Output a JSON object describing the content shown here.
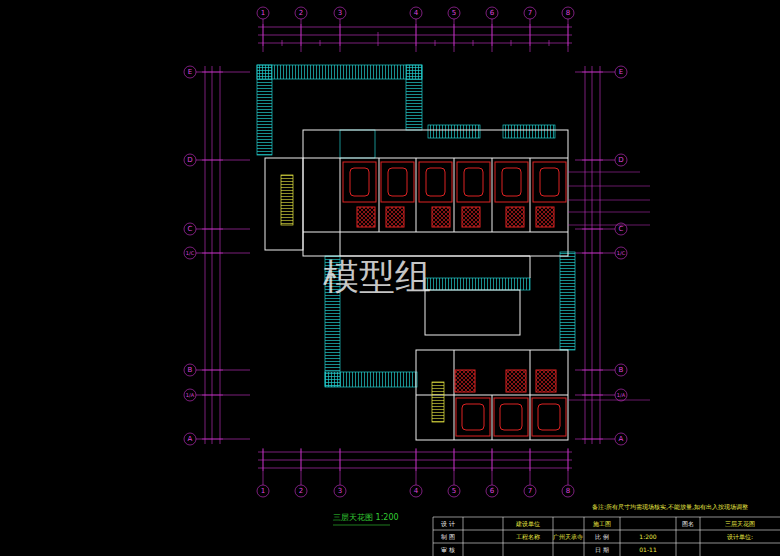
{
  "diagram": {
    "caption": "三层天花图 1:200",
    "labels": [
      "1",
      "2",
      "3",
      "4",
      "5",
      "6",
      "7",
      "8",
      "1",
      "2",
      "3",
      "4",
      "5",
      "6",
      "7",
      "8",
      "E",
      "D",
      "C",
      "1/C",
      "B",
      "1/A",
      "A",
      "E",
      "D",
      "C",
      "1/C",
      "B",
      "1/A",
      "A",
      "模型组",
      "备注:所有尺寸均需现场核实,不能放量,如有出入按现场调整",
      "设 计",
      "制 图",
      "审 核",
      "建设单位",
      "广州天承寺",
      "工程名称",
      "施工图",
      "比 例",
      "1:200",
      "日 期",
      "01-11",
      "图名",
      "三层天花图",
      "设计单位:"
    ]
  }
}
